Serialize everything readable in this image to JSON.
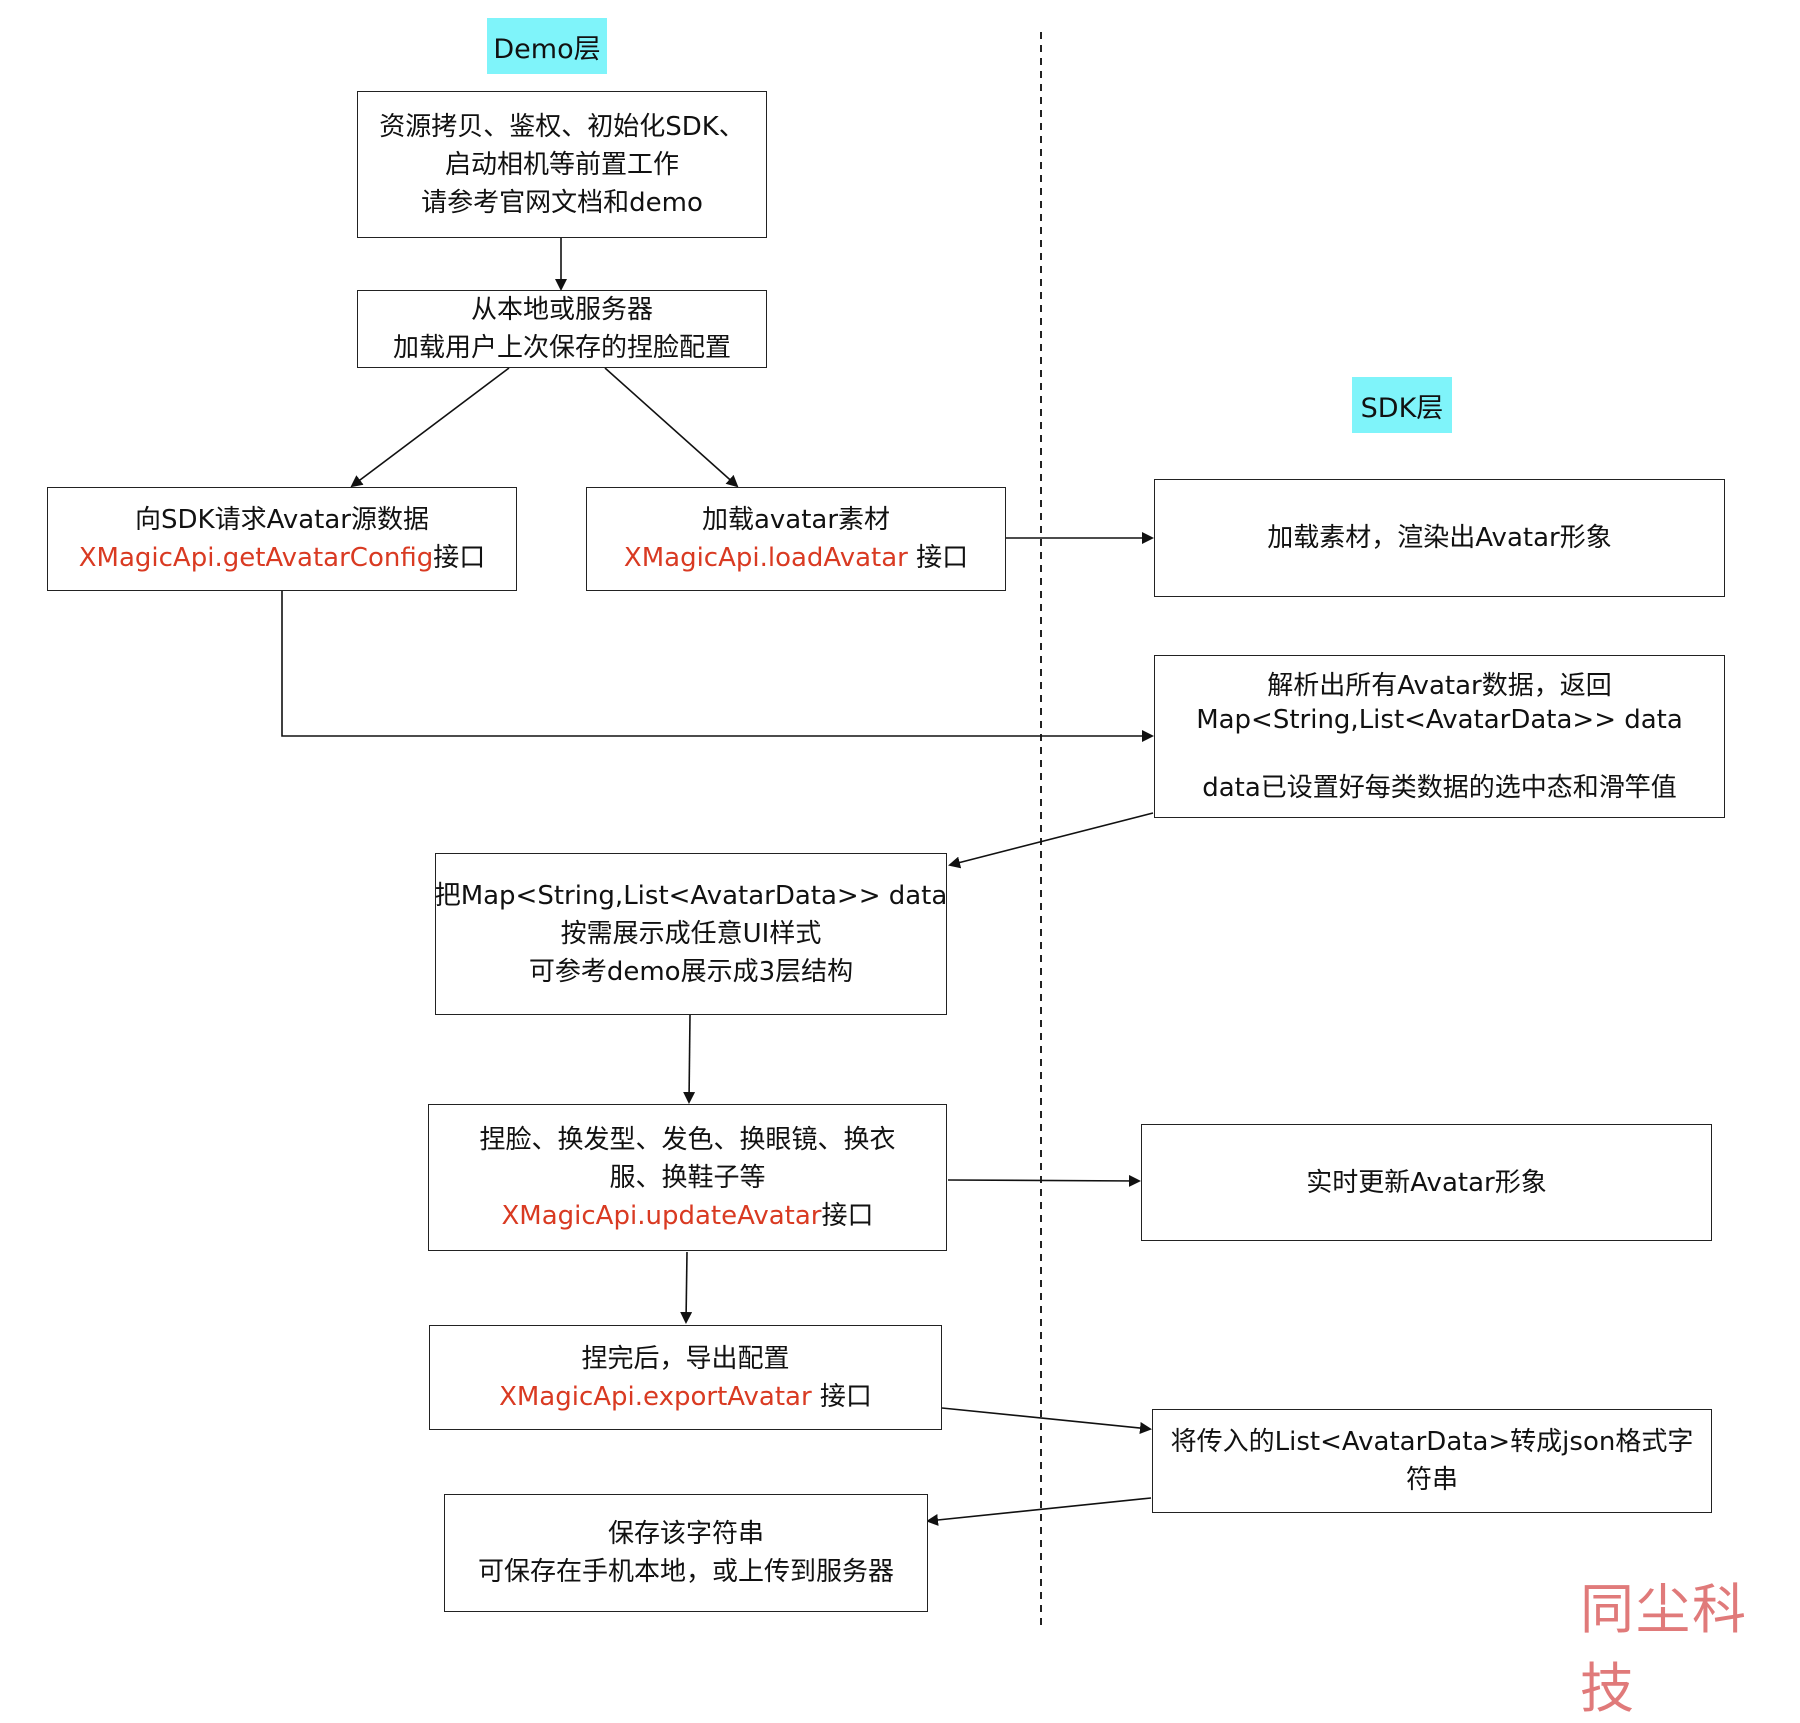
{
  "layers": {
    "demo": "Demo层",
    "sdk": "SDK层"
  },
  "nodes": {
    "prep": {
      "lines": [
        "资源拷贝、鉴权、初始化SDK、",
        "启动相机等前置工作",
        "请参考官网文档和demo"
      ]
    },
    "load_config": {
      "lines": [
        "从本地或服务器",
        "加载用户上次保存的捏脸配置"
      ]
    },
    "request_avatar": {
      "line1": "向SDK请求Avatar源数据",
      "api": "XMagicApi.getAvatarConfig",
      "suffix": "接口"
    },
    "load_avatar": {
      "line1": "加载avatar素材",
      "api": "XMagicApi.loadAvatar",
      "suffix": " 接口"
    },
    "sdk_render": {
      "lines": [
        "加载素材，渲染出Avatar形象"
      ]
    },
    "sdk_parse": {
      "lines": [
        "解析出所有Avatar数据，返回",
        "Map<String,List<AvatarData>>  data",
        "",
        "data已设置好每类数据的选中态和滑竿值"
      ]
    },
    "display": {
      "lines": [
        "把Map<String,List<AvatarData>>  data",
        "按需展示成任意UI样式",
        "可参考demo展示成3层结构"
      ]
    },
    "edit": {
      "line1": "捏脸、换发型、发色、换眼镜、换衣",
      "line2": "服、换鞋子等",
      "api": "XMagicApi.updateAvatar",
      "suffix": "接口"
    },
    "sdk_update": {
      "lines": [
        "实时更新Avatar形象"
      ]
    },
    "export": {
      "line1": "捏完后，导出配置",
      "api": "XMagicApi.exportAvatar",
      "suffix": " 接口"
    },
    "sdk_json": {
      "lines": [
        "将传入的List<AvatarData>转成json格式字",
        "符串"
      ]
    },
    "save": {
      "lines": [
        "保存该字符串",
        "可保存在手机本地，或上传到服务器"
      ]
    }
  },
  "watermark": "同尘科技",
  "colors": {
    "layer_label_bg": "#7ff4fa",
    "api_text": "#d93a22",
    "watermark": "#e07a7a"
  }
}
